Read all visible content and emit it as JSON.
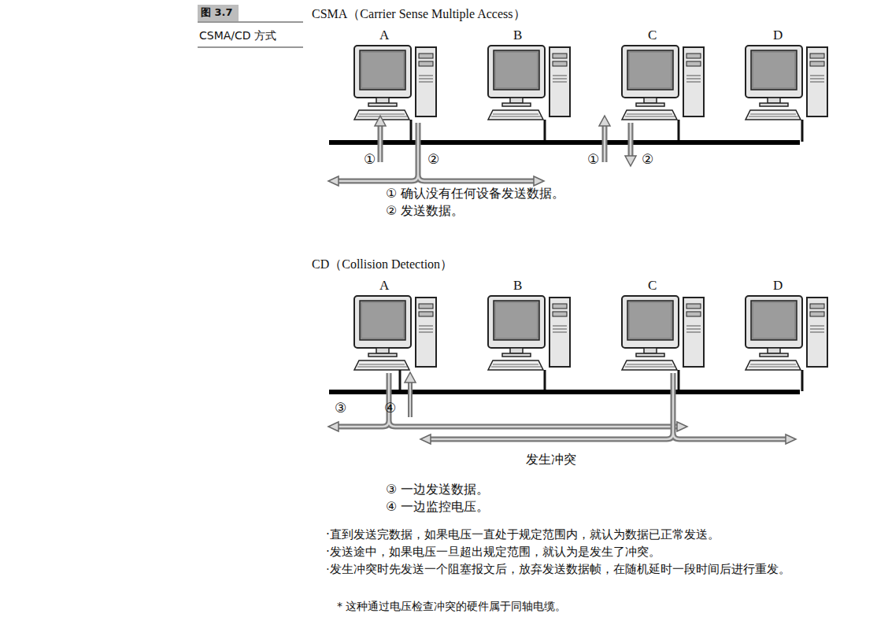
{
  "diagram": {
    "title": "CSMA/CD 方式",
    "labels": [
      "图 3.7",
      "CSMA（Carrier Sense Multiple Access）",
      "A",
      "B",
      "C",
      "D",
      "①",
      "②",
      "①",
      "②",
      "① 确认没有任何设备发送数据。",
      "② 发送数据。",
      "CD（Collision Detection）",
      "A",
      "B",
      "C",
      "D",
      "③",
      "④",
      "发生冲突",
      "③ 一边发送数据。",
      "④ 一边监控电压。",
      "·直到发送完数据，如果电压一直处于规定范围内，就认为数据已正常发送。",
      "·发送途中，如果电压一旦超出规定范围，就认为是发生了冲突。",
      "·发生冲突时先发送一个阻塞报文后，放弃发送数据帧，在随机延时一段时间后进行重发。",
      "* 这种通过电压检查冲突的硬件属于同轴电缆。"
    ]
  }
}
